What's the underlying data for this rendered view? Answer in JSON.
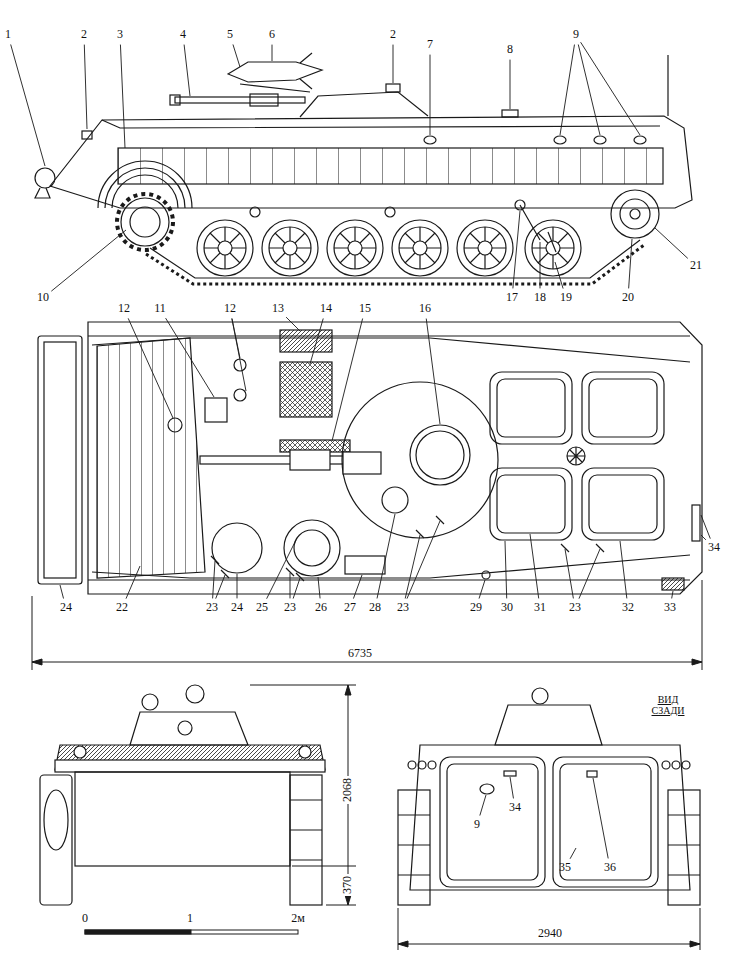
{
  "diagram": {
    "labels": [
      "1",
      "2",
      "3",
      "4",
      "5",
      "6",
      "2",
      "7",
      "8",
      "9",
      "10",
      "17",
      "18",
      "19",
      "20",
      "21",
      "12",
      "11",
      "12",
      "13",
      "14",
      "15",
      "16",
      "24",
      "22",
      "23",
      "24",
      "25",
      "23",
      "26",
      "27",
      "28",
      "23",
      "29",
      "30",
      "31",
      "23",
      "32",
      "33",
      "34",
      "6735",
      "2068",
      "370",
      "0",
      "1",
      "2м",
      "ВИД СЗАДИ",
      "9",
      "34",
      "35",
      "36",
      "2940"
    ]
  }
}
